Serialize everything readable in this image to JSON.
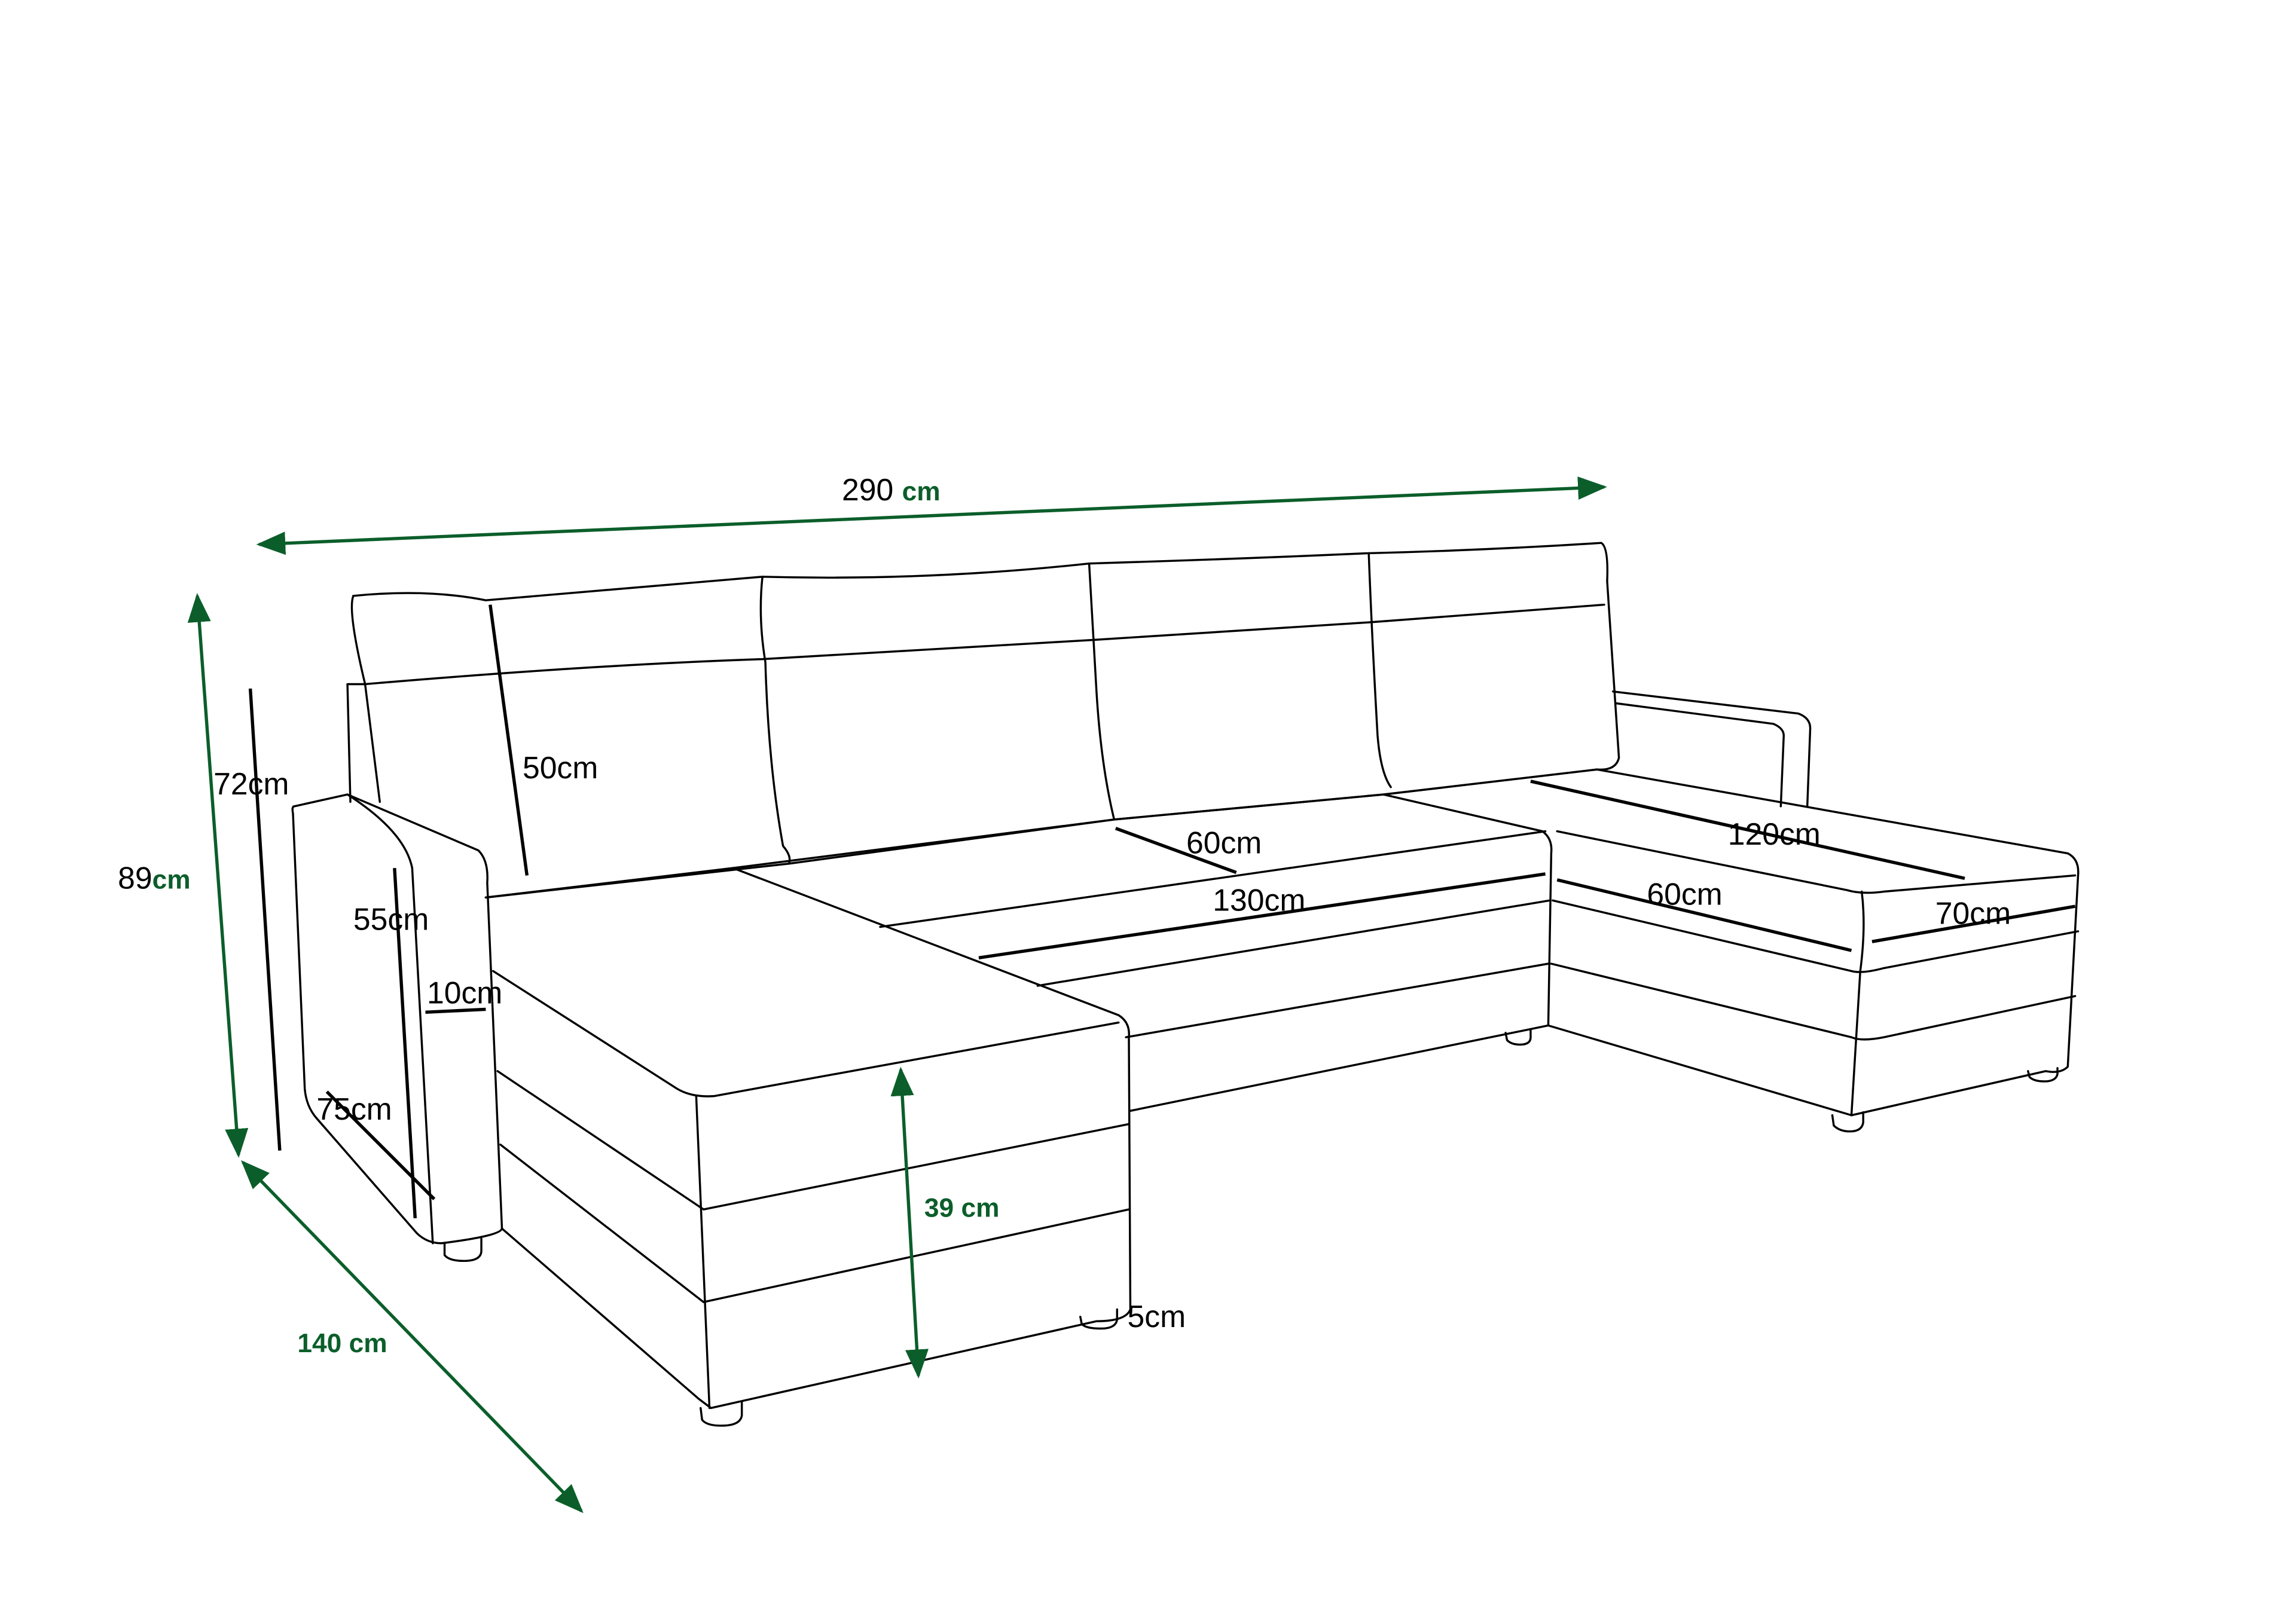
{
  "colors": {
    "arrow": "#0b5e2a",
    "outline": "#000000",
    "background": "#ffffff"
  },
  "dimensions": {
    "total_width": {
      "value": "290",
      "unit": "cm"
    },
    "total_height": {
      "value": "89",
      "unit": "cm"
    },
    "back_height": "72cm",
    "cushion_height": "50cm",
    "armrest_height": "55cm",
    "armrest_width": "10cm",
    "armrest_depth": "75cm",
    "chaise_depth": "140 cm",
    "seat_height": "39 cm",
    "leg_height": "5cm",
    "seat_depth_middle": "60cm",
    "sleeping_width": "130cm",
    "seat_depth_right": "60cm",
    "right_chaise_length": "120cm",
    "right_chaise_width": "70cm"
  }
}
